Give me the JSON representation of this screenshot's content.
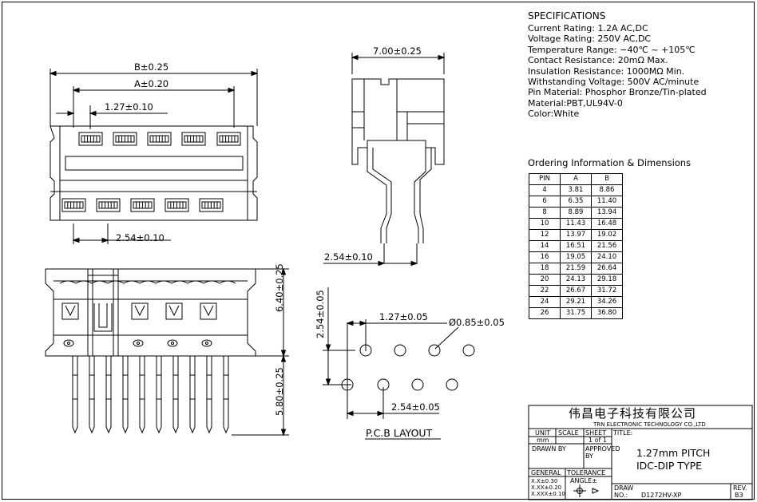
{
  "specifications": {
    "heading": "SPECIFICATIONS",
    "lines": [
      "Current Rating: 1.2A AC,DC",
      "Voltage Rating: 250V AC,DC",
      "Temperature Range: −40℃ ~ +105℃",
      "Contact Resistance: 20mΩ Max.",
      "Insulation Resistance: 1000MΩ Min.",
      "Withstanding Voltage: 500V AC/minute",
      "Pin Material: Phosphor Bronze/Tin-plated",
      "Material:PBT,UL94V-0",
      "Color:White"
    ]
  },
  "ordering": {
    "heading": "Ordering Information & Dimensions",
    "columns": [
      "PIN",
      "A",
      "B"
    ],
    "rows": [
      [
        "4",
        "3.81",
        "8.86"
      ],
      [
        "6",
        "6.35",
        "11.40"
      ],
      [
        "8",
        "8.89",
        "13.94"
      ],
      [
        "10",
        "11.43",
        "16.48"
      ],
      [
        "12",
        "13.97",
        "19.02"
      ],
      [
        "14",
        "16.51",
        "21.56"
      ],
      [
        "16",
        "19.05",
        "24.10"
      ],
      [
        "18",
        "21.59",
        "26.64"
      ],
      [
        "20",
        "24.13",
        "29.18"
      ],
      [
        "22",
        "26.67",
        "31.72"
      ],
      [
        "24",
        "29.21",
        "34.26"
      ],
      [
        "26",
        "31.75",
        "36.80"
      ]
    ]
  },
  "dimensions": {
    "b": "B±0.25",
    "a": "A±0.20",
    "pitch_top": "1.27±0.10",
    "pitch_bottom": "2.54±0.10",
    "width_side": "7.00±0.25",
    "side_pitch": "2.54±0.10",
    "height_body": "6.40±0.25",
    "height_pins": "5.80±0.25",
    "pcb_v": "2.54±0.05",
    "pcb_h1": "1.27±0.05",
    "pcb_hole": "Ø0.85±0.05",
    "pcb_h2": "2.54±0.05"
  },
  "pcb_label": "P.C.B LAYOUT",
  "title_block": {
    "company_cn": "伟昌电子科技有限公司",
    "company_en": "TRN ELECTRONIC TECHNOLOGY CO.,LTD",
    "unit_label": "UNIT",
    "unit_value": "mm",
    "scale_label": "SCALE",
    "sheet_label": "SHEET",
    "sheet_value": "1 of 1",
    "title_label": "TITLE:",
    "title_line1": "1.27mm PITCH",
    "title_line2": "IDC-DIP TYPE",
    "drawn_label": "DRAWN BY",
    "approved_label": "APPROVED BY",
    "general_label": "GENERAL",
    "tolerance_label": "TOLERANCE",
    "angle_label": "ANGLE±",
    "tol_1": "X.X±0.30",
    "tol_2": "X.XX±0.20",
    "tol_3": "X.XXX±0.10",
    "draw_no_label": "DRAW NO.:",
    "draw_no": "D1272HV-XP",
    "rev_label": "REV.",
    "rev_value": "B3"
  }
}
